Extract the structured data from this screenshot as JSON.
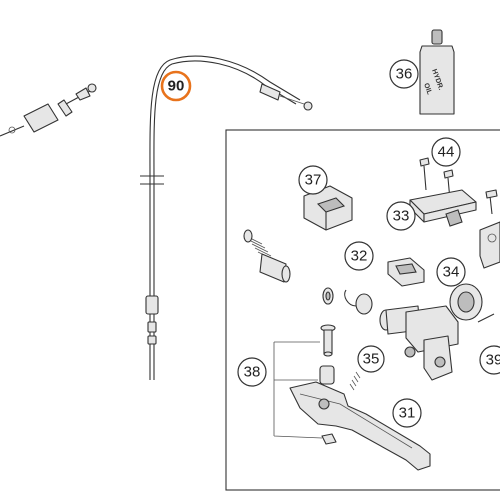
{
  "diagram": {
    "callouts": {
      "c90": "90",
      "c36": "36",
      "c44": "44",
      "c37": "37",
      "c33": "33",
      "c32": "32",
      "c34": "34",
      "c38": "38",
      "c35": "35",
      "c31": "31",
      "c39": "39"
    },
    "highlighted_callout": "90",
    "highlight_color": "#e8731c",
    "bottle_label": {
      "line1": "HYDR.",
      "line2": "OIL"
    }
  }
}
